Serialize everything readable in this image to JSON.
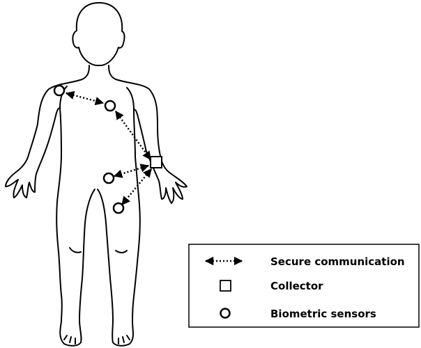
{
  "figure": {
    "subject": "human body outline",
    "colors": {
      "line": "#000000",
      "background": "#ffffff"
    },
    "nodes": [
      {
        "id": "sensor-right-shoulder",
        "kind": "biometric_sensor"
      },
      {
        "id": "sensor-chest",
        "kind": "biometric_sensor"
      },
      {
        "id": "collector-wrist",
        "kind": "collector"
      },
      {
        "id": "sensor-hip",
        "kind": "biometric_sensor"
      },
      {
        "id": "sensor-thigh",
        "kind": "biometric_sensor"
      }
    ],
    "links": [
      {
        "from": "sensor-right-shoulder",
        "to": "sensor-chest",
        "type": "secure_communication",
        "bidirectional": true
      },
      {
        "from": "sensor-chest",
        "to": "collector-wrist",
        "type": "secure_communication",
        "bidirectional": true
      },
      {
        "from": "collector-wrist",
        "to": "sensor-hip",
        "type": "secure_communication",
        "bidirectional": true
      },
      {
        "from": "collector-wrist",
        "to": "sensor-thigh",
        "type": "secure_communication",
        "bidirectional": true
      }
    ]
  },
  "legend": {
    "items": [
      {
        "symbol": "dotted-double-arrow-icon",
        "label": "Secure communication"
      },
      {
        "symbol": "square-icon",
        "label": "Collector"
      },
      {
        "symbol": "circle-icon",
        "label": "Biometric sensors"
      }
    ]
  }
}
